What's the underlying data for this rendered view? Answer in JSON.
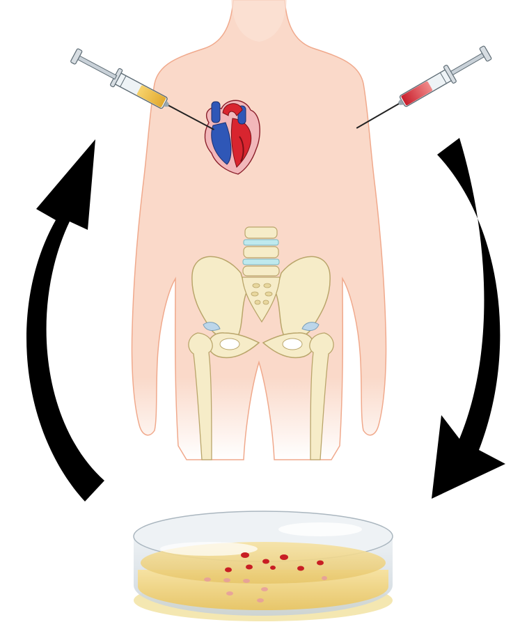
{
  "diagram": {
    "elements": [
      {
        "id": "body",
        "icon": "human-body-icon"
      },
      {
        "id": "heart",
        "icon": "heart-icon"
      },
      {
        "id": "pelvis",
        "icon": "pelvis-icon"
      },
      {
        "id": "syringe-left",
        "icon": "syringe-icon",
        "fluid_color": "#f2c14e"
      },
      {
        "id": "syringe-right",
        "icon": "syringe-icon",
        "fluid_color": "#e0404a"
      },
      {
        "id": "arrow-left",
        "icon": "curved-arrow-up-icon"
      },
      {
        "id": "arrow-right",
        "icon": "curved-arrow-down-icon"
      },
      {
        "id": "petri-dish",
        "icon": "petri-dish-icon",
        "colony_color": "#c81e24"
      }
    ],
    "colors": {
      "skin": "#fad9c9",
      "skin_outline": "#f0a98c",
      "bone": "#f6ecc8",
      "bone_outline": "#b9a56a",
      "disc": "#bfe9ee",
      "arrow": "#000000",
      "agar": "#f2d98a"
    }
  }
}
